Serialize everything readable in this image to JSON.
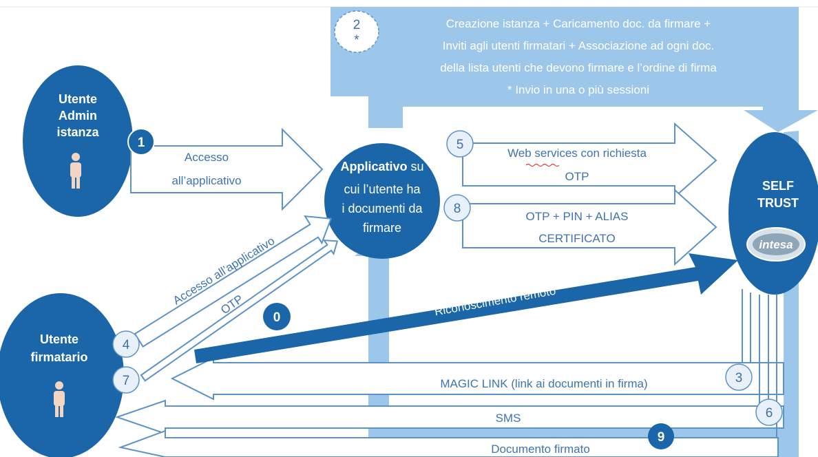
{
  "actors": {
    "admin": [
      "Utente",
      "Admin",
      "istanza"
    ],
    "signer": [
      "Utente",
      "firmatario"
    ],
    "app": {
      "line1_bold": "Applicativo",
      "line1_rest": " su",
      "line2": "cui l’utente ha",
      "line3": "i documenti da",
      "line4": "firmare"
    },
    "selftrust": [
      "SELF",
      "TRUST"
    ],
    "logo": "intesa"
  },
  "top_box": {
    "lines": [
      "Creazione istanza + Caricamento doc. da firmare +",
      "Inviti agli utenti firmatari + Associazione ad ogni doc.",
      "della lista utenti che devono firmare e l’ordine di firma",
      "* Invio in una o più sessioni"
    ]
  },
  "steps": {
    "s0": "0",
    "s1": "1",
    "s2": "2",
    "s2_note": "*",
    "s3": "3",
    "s4": "4",
    "s5": "5",
    "s6": "6",
    "s7": "7",
    "s8": "8",
    "s9": "9"
  },
  "labels": {
    "accesso": [
      "Accesso",
      "all’applicativo"
    ],
    "ws": [
      "Web services con richiesta",
      "OTP"
    ],
    "otp_pin": [
      "OTP + PIN + ALIAS",
      "CERTIFICATO"
    ],
    "diag_accesso": "Accesso all’applicativo",
    "diag_otp": "OTP",
    "riconoscimento": "Riconoscimento remoto",
    "magic_link": "MAGIC LINK (link ai documenti in firma)",
    "sms": "SMS",
    "documento": "Documento firmato"
  },
  "colors": {
    "dark_blue": "#1a66a8",
    "light_blue": "#9dc7ea",
    "arrow_stroke": "#5b92c9",
    "text_blue": "#3f73b0"
  }
}
